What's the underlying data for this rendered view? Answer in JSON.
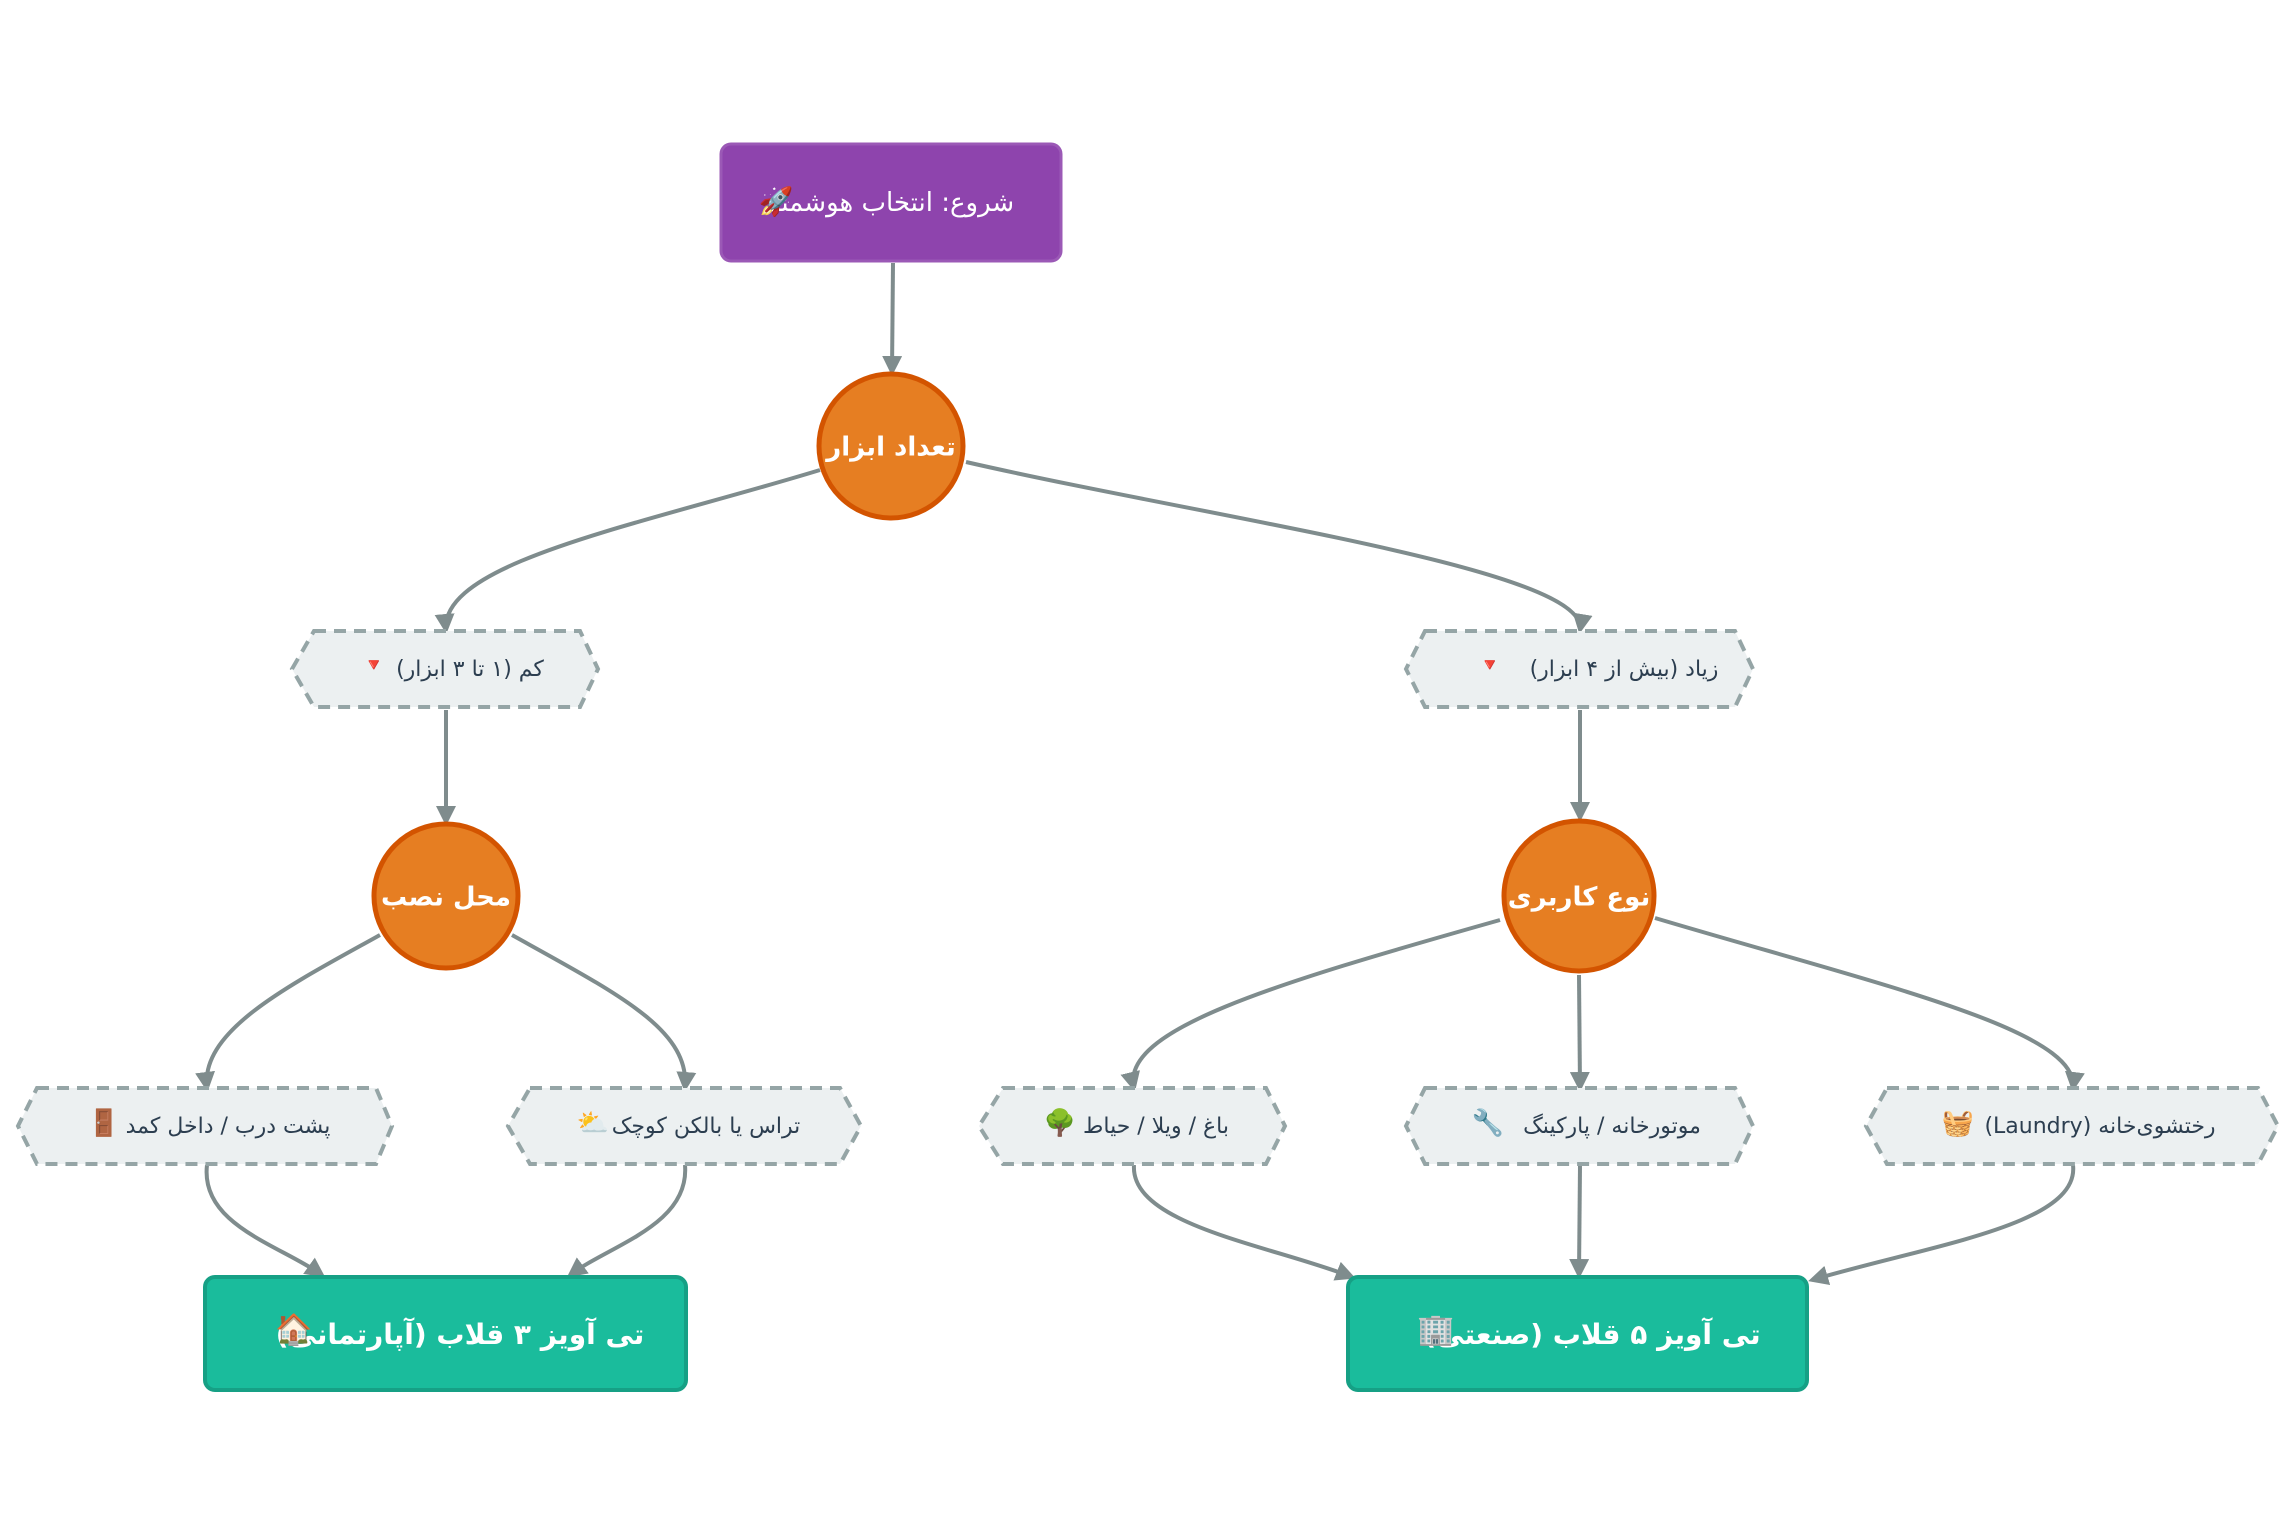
{
  "colors": {
    "start_fill": "#8e44ad",
    "start_stroke": "#9b59b6",
    "decision_fill": "#e67e22",
    "decision_stroke": "#d35400",
    "option_fill": "#ecf0f1",
    "option_stroke": "#95a5a6",
    "result_fill": "#1abc9c",
    "result_stroke": "#16a085",
    "edge": "#7f8c8d"
  },
  "nodes": {
    "start": {
      "text": "شروع: انتخاب هوشمند",
      "icon": "rocket-icon",
      "glyph": "🚀"
    },
    "tool_count": {
      "text": "تعداد ابزار"
    },
    "few": {
      "text": "کم (۱ تا ۳ ابزار)",
      "icon": "red-triangle-down-icon",
      "glyph": "🔻"
    },
    "many": {
      "text": "زیاد (بیش از ۴ ابزار)",
      "icon": "red-triangle-down-icon",
      "glyph": "🔻"
    },
    "install_place": {
      "text": "محل نصب"
    },
    "usage_type": {
      "text": "نوع کاربری"
    },
    "behind_door": {
      "text": "پشت درب / داخل کمد",
      "icon": "door-icon",
      "glyph": "🚪"
    },
    "terrace": {
      "text": "تراس یا بالکن کوچک",
      "icon": "sun-behind-cloud-icon",
      "glyph": "⛅"
    },
    "garden": {
      "text": "باغ / ویلا / حیاط",
      "icon": "tree-icon",
      "glyph": "🌳"
    },
    "garage": {
      "text": "موتورخانه / پارکینگ",
      "icon": "wrench-icon",
      "glyph": "🔧"
    },
    "laundry": {
      "text": "رختشوی‌خانه (Laundry)",
      "icon": "basket-icon",
      "glyph": "🧺"
    },
    "result_3": {
      "text": "تی آویز ۳ قلاب (آپارتمانی)",
      "icon": "house-icon",
      "glyph": "🏠"
    },
    "result_5": {
      "text": "تی آویز ۵ قلاب (صنعتی)",
      "icon": "office-building-icon",
      "glyph": "🏢"
    }
  }
}
